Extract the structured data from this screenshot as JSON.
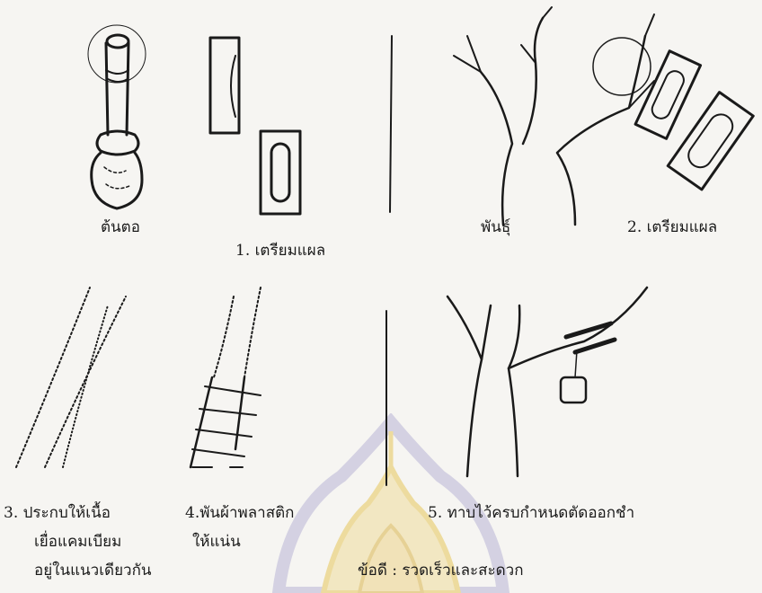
{
  "captions": {
    "rootstock": "ต้นตอ",
    "step1": "1. เตรียมแผล",
    "scion": "พันธุ์",
    "step2": "2. เตรียมแผล",
    "step3_line1": "3. ประกบให้เนื้อ",
    "step3_line2": "เยื่อแคมเบียม",
    "step3_line3": "อยู่ในแนวเดียวกัน",
    "step4_line1": "4.พันผ้าพลาสติก",
    "step4_line2": "ให้แน่น",
    "step5": "5. ทาบไว้ครบกำหนดตัดออกชำ",
    "advantage": "ข้อดี : รวดเร็วและสะดวก"
  },
  "colors": {
    "ink": "#1a1a1a",
    "paper": "#f6f5f2",
    "watermark_gold": "#e6c65a",
    "watermark_purple": "#b9b5d6"
  },
  "icons": [
    "watermark-seal-icon"
  ]
}
